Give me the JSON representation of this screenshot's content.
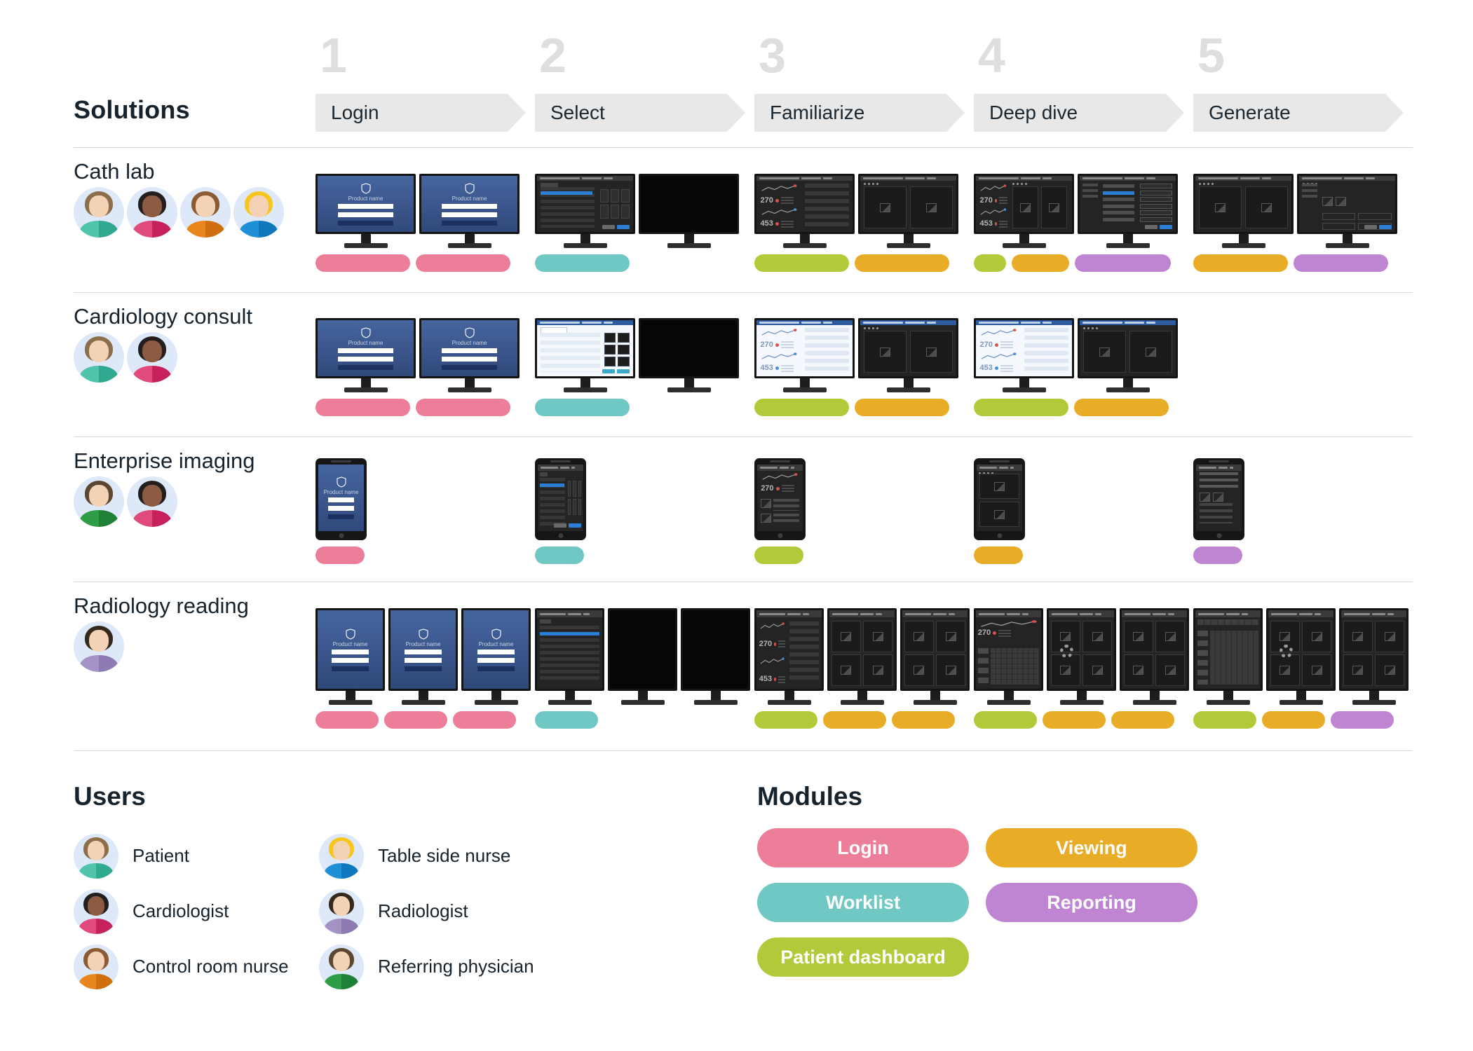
{
  "headings": {
    "solutions": "Solutions",
    "users": "Users",
    "modules": "Modules"
  },
  "steps": [
    {
      "num": "1",
      "label": "Login"
    },
    {
      "num": "2",
      "label": "Select"
    },
    {
      "num": "3",
      "label": "Familiarize"
    },
    {
      "num": "4",
      "label": "Deep dive"
    },
    {
      "num": "5",
      "label": "Generate"
    }
  ],
  "screens": {
    "login": {
      "product_label": "Product name"
    },
    "dashboard": {
      "metric_top": "270",
      "metric_bottom": "453"
    }
  },
  "colors": {
    "login": "#ED7E9A",
    "worklist": "#6FC8C3",
    "patient_dashboard": "#B4C939",
    "viewing": "#E8AC27",
    "reporting": "#BF85D2",
    "arrow": "#E8E8E8",
    "step_number": "#DEDEDE",
    "text": "#16222C"
  },
  "users_palette": {
    "patient": {
      "label": "Patient",
      "skin": "#F3D2B6",
      "hair": "#8C6E4A",
      "shirt": "#4FC4AB",
      "shirt2": "#2FA98F"
    },
    "cardiologist": {
      "label": "Cardiologist",
      "skin": "#8D5B41",
      "hair": "#241F1F",
      "shirt": "#E04A7D",
      "shirt2": "#C6215C"
    },
    "control_room_nurse": {
      "label": "Control room nurse",
      "skin": "#F3D2B6",
      "hair": "#8C5B34",
      "shirt": "#E8861D",
      "shirt2": "#D06F10"
    },
    "table_side_nurse": {
      "label": "Table side nurse",
      "skin": "#F3D2B6",
      "hair": "#F7C61D",
      "shirt": "#1F8FD6",
      "shirt2": "#0F78BC"
    },
    "radiologist": {
      "label": "Radiologist",
      "skin": "#F3D2B6",
      "hair": "#35291D",
      "shirt": "#A492C4",
      "shirt2": "#8F7BB3"
    },
    "referring_physician": {
      "label": "Referring physician",
      "skin": "#F3D2B6",
      "hair": "#5D4730",
      "shirt": "#2F9C46",
      "shirt2": "#1F8136"
    }
  },
  "users_legend": [
    "patient",
    "cardiologist",
    "control_room_nurse",
    "table_side_nurse",
    "radiologist",
    "referring_physician"
  ],
  "modules_legend": [
    {
      "module": "login",
      "label": "Login"
    },
    {
      "module": "viewing",
      "label": "Viewing"
    },
    {
      "module": "worklist",
      "label": "Worklist"
    },
    {
      "module": "reporting",
      "label": "Reporting"
    },
    {
      "module": "patient_dashboard",
      "label": "Patient dashboard"
    }
  ],
  "solutions": [
    {
      "name": "Cath lab",
      "users": [
        "patient",
        "cardiologist",
        "control_room_nurse",
        "table_side_nurse"
      ],
      "cells": [
        {
          "devices": [
            {
              "kind": "m",
              "screen": "login"
            },
            {
              "kind": "m",
              "screen": "login"
            }
          ],
          "pills": [
            {
              "module": "login",
              "w": 135
            },
            {
              "module": "login",
              "w": 135
            }
          ]
        },
        {
          "devices": [
            {
              "kind": "m",
              "screen": "worklist_dark"
            },
            {
              "kind": "m",
              "screen": "blank"
            }
          ],
          "pills": [
            {
              "module": "worklist",
              "w": 135
            }
          ]
        },
        {
          "devices": [
            {
              "kind": "m",
              "screen": "dash_dark"
            },
            {
              "kind": "m",
              "screen": "view2"
            }
          ],
          "pills": [
            {
              "module": "patient_dashboard",
              "w": 135
            },
            {
              "module": "viewing",
              "w": 135
            }
          ]
        },
        {
          "devices": [
            {
              "kind": "m",
              "screen": "dash_view"
            },
            {
              "kind": "m",
              "screen": "form_dark"
            }
          ],
          "pills": [
            {
              "module": "patient_dashboard",
              "w": 46
            },
            {
              "module": "viewing",
              "w": 82
            },
            {
              "module": "reporting",
              "w": 137
            }
          ]
        },
        {
          "devices": [
            {
              "kind": "m",
              "screen": "view2"
            },
            {
              "kind": "m",
              "screen": "report_dark"
            }
          ],
          "pills": [
            {
              "module": "viewing",
              "w": 135
            },
            {
              "module": "reporting",
              "w": 135
            }
          ]
        }
      ]
    },
    {
      "name": "Cardiology consult",
      "users": [
        "patient",
        "cardiologist"
      ],
      "cells": [
        {
          "devices": [
            {
              "kind": "m",
              "screen": "login"
            },
            {
              "kind": "m",
              "screen": "login"
            }
          ],
          "pills": [
            {
              "module": "login",
              "w": 135
            },
            {
              "module": "login",
              "w": 135
            }
          ]
        },
        {
          "devices": [
            {
              "kind": "m",
              "screen": "worklist_light"
            },
            {
              "kind": "m",
              "screen": "blank"
            }
          ],
          "pills": [
            {
              "module": "worklist",
              "w": 135
            }
          ]
        },
        {
          "devices": [
            {
              "kind": "m",
              "screen": "dash_light"
            },
            {
              "kind": "m",
              "screen": "view2_blue"
            }
          ],
          "pills": [
            {
              "module": "patient_dashboard",
              "w": 135
            },
            {
              "module": "viewing",
              "w": 135
            }
          ]
        },
        {
          "devices": [
            {
              "kind": "m",
              "screen": "dash_light"
            },
            {
              "kind": "m",
              "screen": "view2_blue"
            }
          ],
          "pills": [
            {
              "module": "patient_dashboard",
              "w": 135
            },
            {
              "module": "viewing",
              "w": 135
            }
          ]
        },
        {
          "devices": [],
          "pills": []
        }
      ]
    },
    {
      "name": "Enterprise imaging",
      "users": [
        "referring_physician",
        "cardiologist"
      ],
      "cells": [
        {
          "devices": [
            {
              "kind": "tab",
              "screen": "login"
            }
          ],
          "pills": [
            {
              "module": "login",
              "w": 70
            }
          ]
        },
        {
          "devices": [
            {
              "kind": "tab",
              "screen": "worklist_dark"
            }
          ],
          "pills": [
            {
              "module": "worklist",
              "w": 70
            }
          ]
        },
        {
          "devices": [
            {
              "kind": "tab",
              "screen": "dash_t"
            }
          ],
          "pills": [
            {
              "module": "patient_dashboard",
              "w": 70
            }
          ]
        },
        {
          "devices": [
            {
              "kind": "tab",
              "screen": "view2v"
            }
          ],
          "pills": [
            {
              "module": "viewing",
              "w": 70
            }
          ]
        },
        {
          "devices": [
            {
              "kind": "tab",
              "screen": "report_t"
            }
          ],
          "pills": [
            {
              "module": "reporting",
              "w": 70
            }
          ]
        }
      ]
    },
    {
      "name": "Radiology reading",
      "users": [
        "radiologist"
      ],
      "cells": [
        {
          "devices": [
            {
              "kind": "m3",
              "screen": "login"
            },
            {
              "kind": "m3",
              "screen": "login"
            },
            {
              "kind": "m3",
              "screen": "login"
            }
          ],
          "pills": [
            {
              "module": "login",
              "w": 90
            },
            {
              "module": "login",
              "w": 90
            },
            {
              "module": "login",
              "w": 90
            }
          ]
        },
        {
          "devices": [
            {
              "kind": "m3",
              "screen": "worklist_full"
            },
            {
              "kind": "m3",
              "screen": "blank"
            },
            {
              "kind": "m3",
              "screen": "blank"
            }
          ],
          "pills": [
            {
              "module": "worklist",
              "w": 90
            }
          ]
        },
        {
          "devices": [
            {
              "kind": "m3",
              "screen": "dash_dark"
            },
            {
              "kind": "m3",
              "screen": "view4"
            },
            {
              "kind": "m3",
              "screen": "view4"
            }
          ],
          "pills": [
            {
              "module": "patient_dashboard",
              "w": 90
            },
            {
              "module": "viewing",
              "w": 90
            },
            {
              "module": "viewing",
              "w": 90
            }
          ]
        },
        {
          "devices": [
            {
              "kind": "m3",
              "screen": "dash_thumbs"
            },
            {
              "kind": "m3",
              "screen": "view4_spin"
            },
            {
              "kind": "m3",
              "screen": "view4"
            }
          ],
          "pills": [
            {
              "module": "patient_dashboard",
              "w": 90
            },
            {
              "module": "viewing",
              "w": 90
            },
            {
              "module": "viewing",
              "w": 90
            }
          ]
        },
        {
          "devices": [
            {
              "kind": "m3",
              "screen": "thumbs"
            },
            {
              "kind": "m3",
              "screen": "view4_spin"
            },
            {
              "kind": "m3",
              "screen": "view4"
            }
          ],
          "pills": [
            {
              "module": "patient_dashboard",
              "w": 90
            },
            {
              "module": "viewing",
              "w": 90
            },
            {
              "module": "reporting",
              "w": 90
            }
          ]
        }
      ]
    }
  ]
}
